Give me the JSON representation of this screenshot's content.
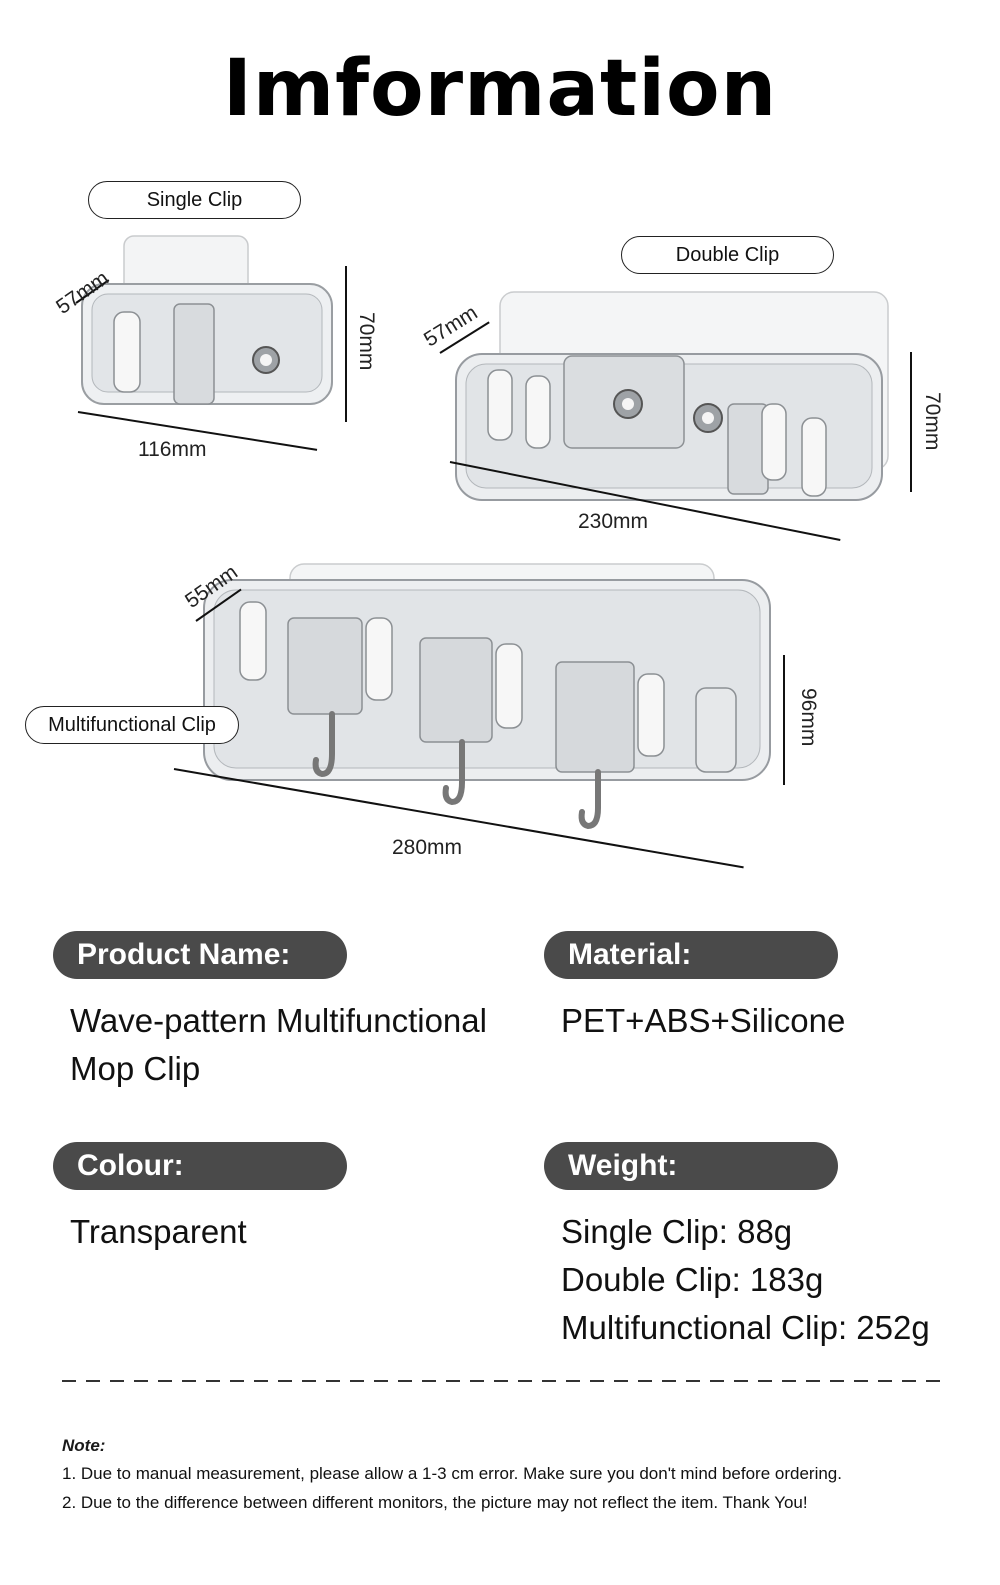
{
  "title": "Imformation",
  "diagram": {
    "single": {
      "label": "Single Clip",
      "depth": "57mm",
      "width": "116mm",
      "height": "70mm"
    },
    "double": {
      "label": "Double Clip",
      "depth": "57mm",
      "width": "230mm",
      "height": "70mm"
    },
    "multi": {
      "label": "Multifunctional Clip",
      "depth": "55mm",
      "width": "280mm",
      "height": "96mm"
    }
  },
  "specs": {
    "product_name": {
      "label": "Product Name:",
      "lines": [
        "Wave-pattern Multifunctional",
        "Mop Clip"
      ]
    },
    "material": {
      "label": "Material:",
      "lines": [
        "PET+ABS+Silicone"
      ]
    },
    "colour": {
      "label": "Colour:",
      "lines": [
        "Transparent"
      ]
    },
    "weight": {
      "label": "Weight:",
      "lines": [
        "Single Clip: 88g",
        "Double Clip: 183g",
        "Multifunctional Clip: 252g"
      ]
    }
  },
  "note": {
    "title": "Note:",
    "lines": [
      "1. Due to manual measurement, please allow a 1-3 cm error. Make sure you don't mind before ordering.",
      "2. Due to the difference between different monitors, the picture may not reflect the item. Thank You!"
    ]
  }
}
